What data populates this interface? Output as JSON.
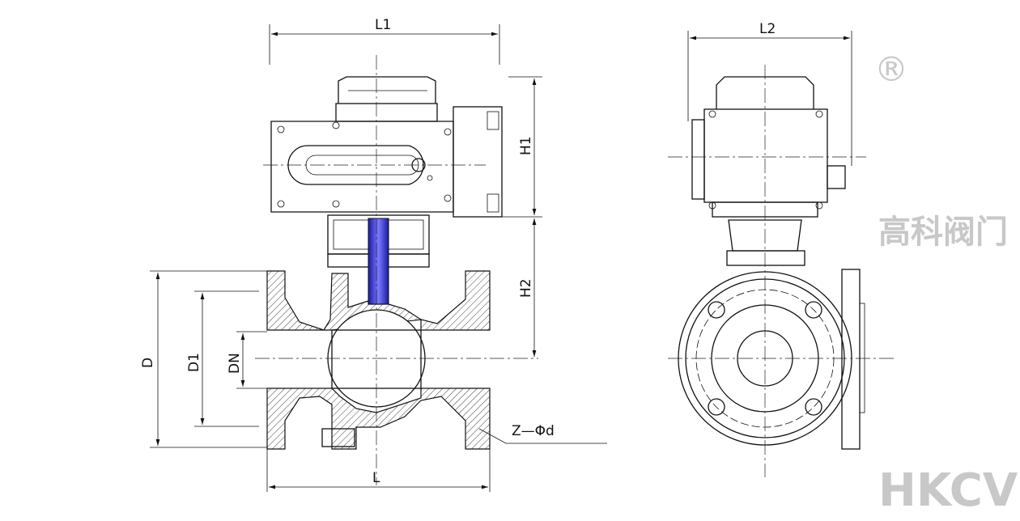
{
  "dimensions": {
    "L1": "L1",
    "L2": "L2",
    "H1": "H1",
    "H2": "H2",
    "D": "D",
    "D1": "D1",
    "DN": "DN",
    "L": "L",
    "bolt_holes": "Z—Φd"
  },
  "watermark": {
    "brand": "HKCV",
    "cn": "高科阀门",
    "registered": "®"
  },
  "colors": {
    "stem": "#3a3ad8",
    "line": "#111111",
    "watermark": "#c8c8c8"
  }
}
